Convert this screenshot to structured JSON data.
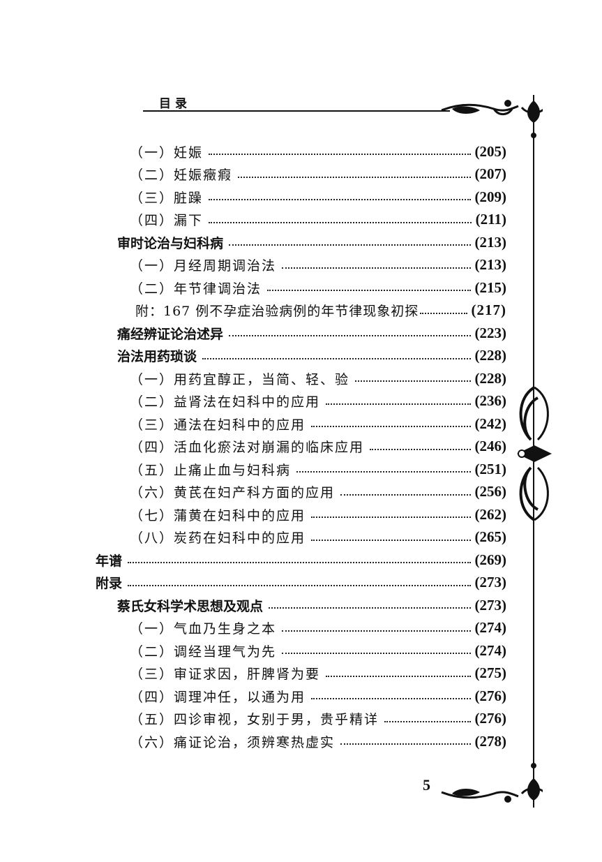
{
  "header": {
    "title": "目录"
  },
  "toc": [
    {
      "level": 3,
      "title": "（一）妊娠",
      "page": "(205)"
    },
    {
      "level": 3,
      "title": "（二）妊娠癥瘕",
      "page": "(207)"
    },
    {
      "level": 3,
      "title": "（三）脏躁",
      "page": "(209)"
    },
    {
      "level": 3,
      "title": "（四）漏下",
      "page": "(211)"
    },
    {
      "level": 2,
      "title": "审时论治与妇科病",
      "page": "(213)"
    },
    {
      "level": 3,
      "title": "（一）月经周期调治法",
      "page": "(213)"
    },
    {
      "level": 3,
      "title": "（二）年节律调治法",
      "page": "(215)"
    },
    {
      "level": 4,
      "title": "附：167 例不孕症治验病例的年节律现象初探",
      "page": "(217)"
    },
    {
      "level": 2,
      "title": "痛经辨证论治述异",
      "page": "(223)"
    },
    {
      "level": 2,
      "title": "治法用药琐谈",
      "page": "(228)"
    },
    {
      "level": 3,
      "title": "（一）用药宜醇正，当简、轻、验",
      "page": "(228)"
    },
    {
      "level": 3,
      "title": "（二）益肾法在妇科中的应用",
      "page": "(236)"
    },
    {
      "level": 3,
      "title": "（三）通法在妇科中的应用",
      "page": "(242)"
    },
    {
      "level": 3,
      "title": "（四）活血化瘀法对崩漏的临床应用",
      "page": "(246)"
    },
    {
      "level": 3,
      "title": "（五）止痛止血与妇科病",
      "page": "(251)"
    },
    {
      "level": 3,
      "title": "（六）黄芪在妇产科方面的应用",
      "page": "(256)"
    },
    {
      "level": 3,
      "title": "（七）蒲黄在妇科中的应用",
      "page": "(262)"
    },
    {
      "level": 3,
      "title": "（八）炭药在妇科中的应用",
      "page": "(265)"
    },
    {
      "level": 1,
      "title": "年谱",
      "page": "(269)"
    },
    {
      "level": 1,
      "title": "附录",
      "page": "(273)"
    },
    {
      "level": 2,
      "title": "蔡氏女科学术思想及观点",
      "page": "(273)"
    },
    {
      "level": 3,
      "title": "（一）气血乃生身之本",
      "page": "(274)"
    },
    {
      "level": 3,
      "title": "（二）调经当理气为先",
      "page": "(274)"
    },
    {
      "level": 3,
      "title": "（三）审证求因，肝脾肾为要",
      "page": "(275)"
    },
    {
      "level": 3,
      "title": "（四）调理冲任，以通为用",
      "page": "(276)"
    },
    {
      "level": 3,
      "title": "（五）四诊审视，女别于男，贵乎精详",
      "page": "(276)"
    },
    {
      "level": 3,
      "title": "（六）痛证论治，须辨寒热虚实",
      "page": "(278)"
    }
  ],
  "footer": {
    "page_number": "5"
  }
}
